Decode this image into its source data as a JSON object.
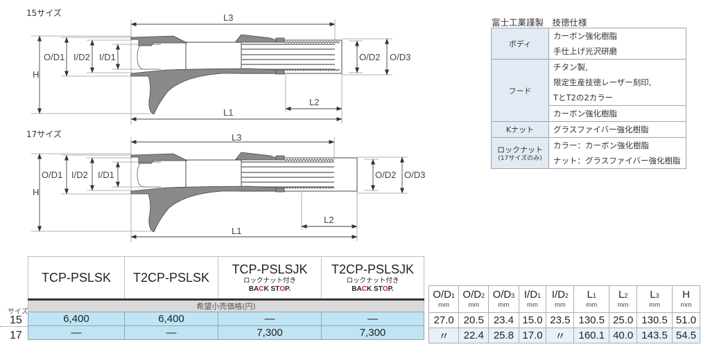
{
  "diagrams": [
    {
      "title": "15サイズ",
      "labels": {
        "h": "H",
        "od1": "O/D1",
        "id2": "I/D2",
        "id1": "I/D1",
        "od2": "O/D2",
        "od3": "O/D3",
        "l1": "L1",
        "l2": "L2",
        "l3": "L3"
      }
    },
    {
      "title": "17サイズ",
      "labels": {
        "h": "H",
        "od1": "O/D1",
        "id2": "I/D2",
        "id1": "I/D1",
        "od2": "O/D2",
        "od3": "O/D3",
        "l1": "L1",
        "l2": "L2",
        "l3": "L3"
      }
    }
  ],
  "spec": {
    "title": "富士工業謹製　技徳仕様",
    "rows": [
      {
        "head": "ボディ",
        "values": [
          "カーボン強化樹脂",
          "手仕上げ光沢研磨"
        ]
      },
      {
        "head": "フード",
        "values": [
          "チタン製,",
          "限定生産技徳レーザー刻印,",
          "TとT2の2カラー"
        ],
        "extra": "カーボン強化樹脂"
      },
      {
        "head": "Kナット",
        "values": [
          "グラスファイバー強化樹脂"
        ]
      },
      {
        "head": "ロックナット",
        "head_note": "(17サイズのみ)",
        "values": [
          "カラー：カーボン強化樹脂",
          "ナット：グラスファイバー強化樹脂"
        ]
      }
    ]
  },
  "price": {
    "size_label": "サイズ",
    "columns": [
      {
        "model": "TCP-PSLSK"
      },
      {
        "model": "T2CP-PSLSK"
      },
      {
        "model": "TCP-PSLSJK",
        "note": "ロックナット付き",
        "brand_a": "BA",
        "brand_b": "C",
        "brand_c": "K ST",
        "brand_d": "O",
        "brand_e": "P."
      },
      {
        "model": "T2CP-PSLSJK",
        "note": "ロックナット付き",
        "brand_a": "BA",
        "brand_b": "C",
        "brand_c": "K ST",
        "brand_d": "O",
        "brand_e": "P."
      }
    ],
    "caption": "希望小売価格(円)",
    "rows": [
      {
        "size": "15",
        "values": [
          "6,400",
          "6,400",
          "—",
          "—"
        ]
      },
      {
        "size": "17",
        "values": [
          "—",
          "—",
          "7,300",
          "7,300"
        ]
      }
    ]
  },
  "dims": {
    "headers": [
      {
        "main": "O/D",
        "sub": "1",
        "unit": "mm"
      },
      {
        "main": "O/D",
        "sub": "2",
        "unit": "mm"
      },
      {
        "main": "O/D",
        "sub": "3",
        "unit": "mm"
      },
      {
        "main": "I/D",
        "sub": "1",
        "unit": "mm"
      },
      {
        "main": "I/D",
        "sub": "2",
        "unit": "mm"
      },
      {
        "main": "L",
        "sub": "1",
        "unit": "mm"
      },
      {
        "main": "L",
        "sub": "2",
        "unit": "mm"
      },
      {
        "main": "L",
        "sub": "3",
        "unit": "mm"
      },
      {
        "main": "H",
        "sub": "",
        "unit": "mm"
      }
    ],
    "rows": [
      [
        "27.0",
        "20.5",
        "23.4",
        "15.0",
        "23.5",
        "130.5",
        "25.0",
        "130.5",
        "51.0"
      ],
      [
        "〃",
        "22.4",
        "25.8",
        "17.0",
        "〃",
        "160.1",
        "40.0",
        "143.5",
        "54.5"
      ]
    ]
  }
}
